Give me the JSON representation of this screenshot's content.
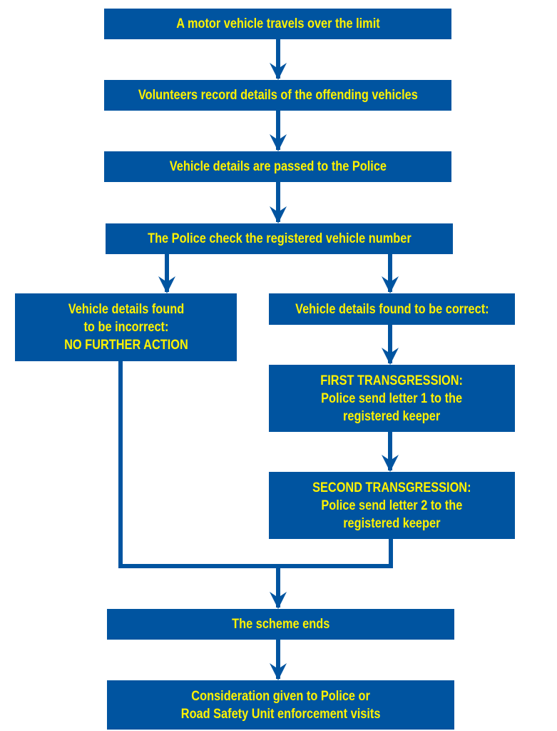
{
  "colors": {
    "box": "#0054a0",
    "text": "#fff200",
    "connector": "#0054a0"
  },
  "steps": {
    "s1": "A motor vehicle travels over the limit",
    "s2": "Volunteers record details of the offending vehicles",
    "s3": "Vehicle details are passed to the Police",
    "s4": "The Police check the registered vehicle number",
    "s5": "Vehicle details found\nto be incorrect:\nNO FURTHER ACTION",
    "s6": "Vehicle details found to be correct:",
    "s7": "FIRST TRANSGRESSION:\nPolice send letter 1 to the\nregistered keeper",
    "s8": "SECOND TRANSGRESSION:\nPolice send letter 2 to the\nregistered keeper",
    "s9": "The scheme ends",
    "s10": "Consideration given to Police or\nRoad Safety Unit enforcement visits"
  }
}
